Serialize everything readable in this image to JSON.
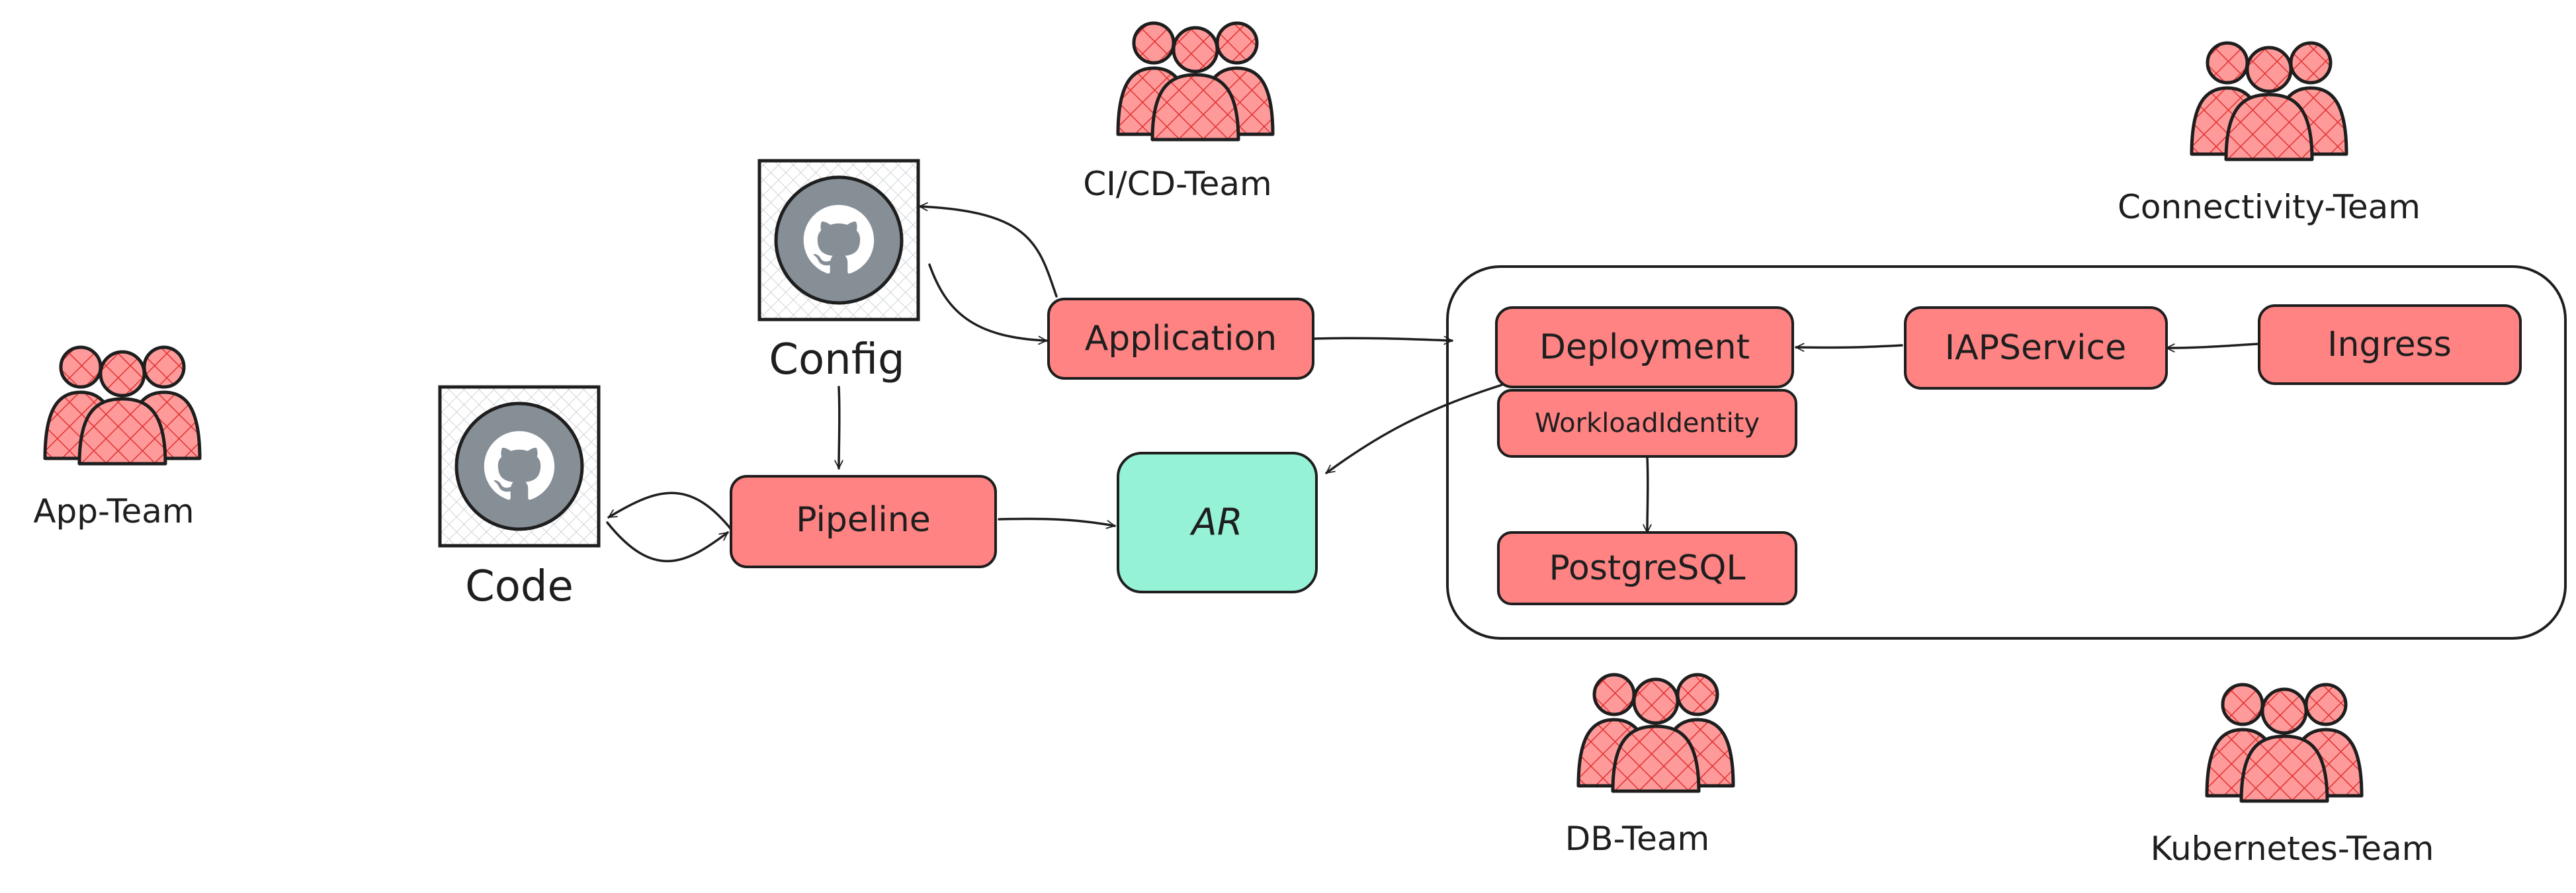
{
  "colors": {
    "box_fill": "#ff8383",
    "ar_fill": "#96f2d7",
    "team_fill": "#ff8f8f",
    "team_hatch": "#e03131",
    "repo_bg": "#f1f3f5",
    "github_circle": "#868e96",
    "stroke": "#1e1e1e"
  },
  "teams": [
    {
      "id": "app",
      "label": "App-Team",
      "icon": "people-group-icon"
    },
    {
      "id": "cicd",
      "label": "CI/CD-Team",
      "icon": "people-group-icon"
    },
    {
      "id": "connectivity",
      "label": "Connectivity-Team",
      "icon": "people-group-icon"
    },
    {
      "id": "db",
      "label": "DB-Team",
      "icon": "people-group-icon"
    },
    {
      "id": "kubernetes",
      "label": "Kubernetes-Team",
      "icon": "people-group-icon"
    }
  ],
  "repos": [
    {
      "id": "config",
      "label": "Config",
      "icon": "github-icon"
    },
    {
      "id": "code",
      "label": "Code",
      "icon": "github-icon"
    }
  ],
  "boxes": {
    "application": "Application",
    "pipeline": "Pipeline",
    "ar": "AR",
    "deployment": "Deployment",
    "workload_identity": "WorkloadIdentity",
    "postgresql": "PostgreSQL",
    "iap_service": "IAPService",
    "ingress": "Ingress"
  }
}
